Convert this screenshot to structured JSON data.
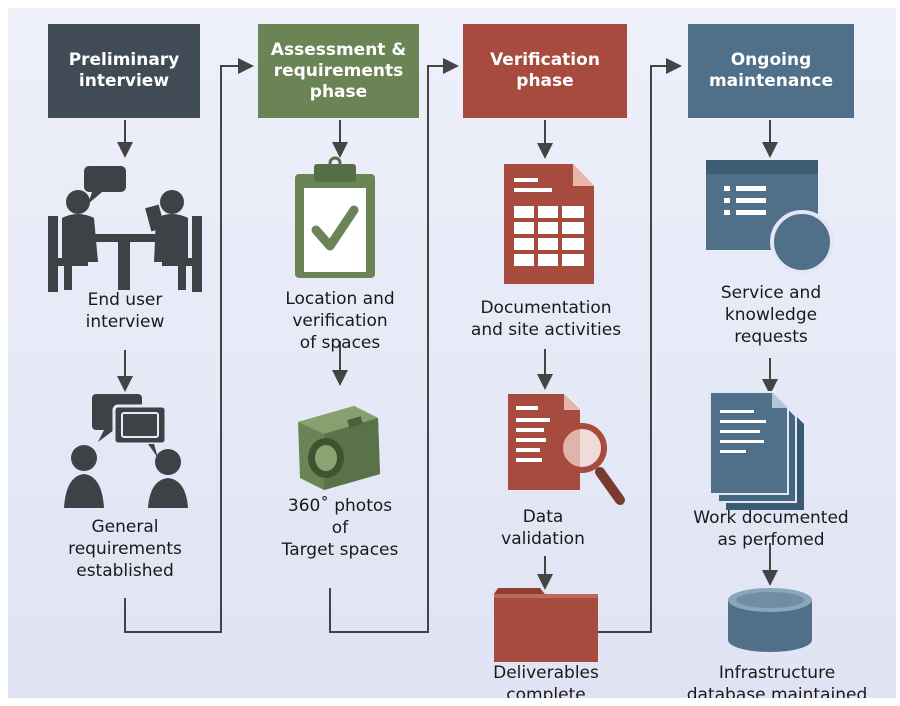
{
  "phases": [
    {
      "title": "Preliminary\ninterview",
      "color": "#414b55"
    },
    {
      "title": "Assessment &\nrequirements\nphase",
      "color": "#6a8455"
    },
    {
      "title": "Verification\nphase",
      "color": "#a64b3d"
    },
    {
      "title": "Ongoing\nmaintenance",
      "color": "#4f7088"
    }
  ],
  "steps": {
    "end_user_interview": "End user\ninterview",
    "general_requirements": "General\nrequirements\nestablished",
    "location_verification": "Location and\nverification\nof spaces",
    "photos": "360˚ photos\nof\nTarget spaces",
    "documentation": "Documentation\nand site activities",
    "data_validation": "Data\nvalidation",
    "deliverables": "Deliverables\ncomplete",
    "service_requests": "Service and\nknowledge\nrequests",
    "work_documented": "Work documented\nas perfomed",
    "infrastructure_db": "Infrastructure\ndatabase maintained"
  },
  "icons": {
    "interview": "interview-table-icon",
    "discussion": "speech-bubbles-people-icon",
    "clipboard": "clipboard-checkmark-icon",
    "camera": "camera-icon",
    "spreadsheet": "spreadsheet-document-icon",
    "magnifier": "document-magnifier-icon",
    "folder": "folder-icon",
    "window": "application-window-icon",
    "documents": "document-stack-icon",
    "database": "database-cylinder-icon"
  }
}
